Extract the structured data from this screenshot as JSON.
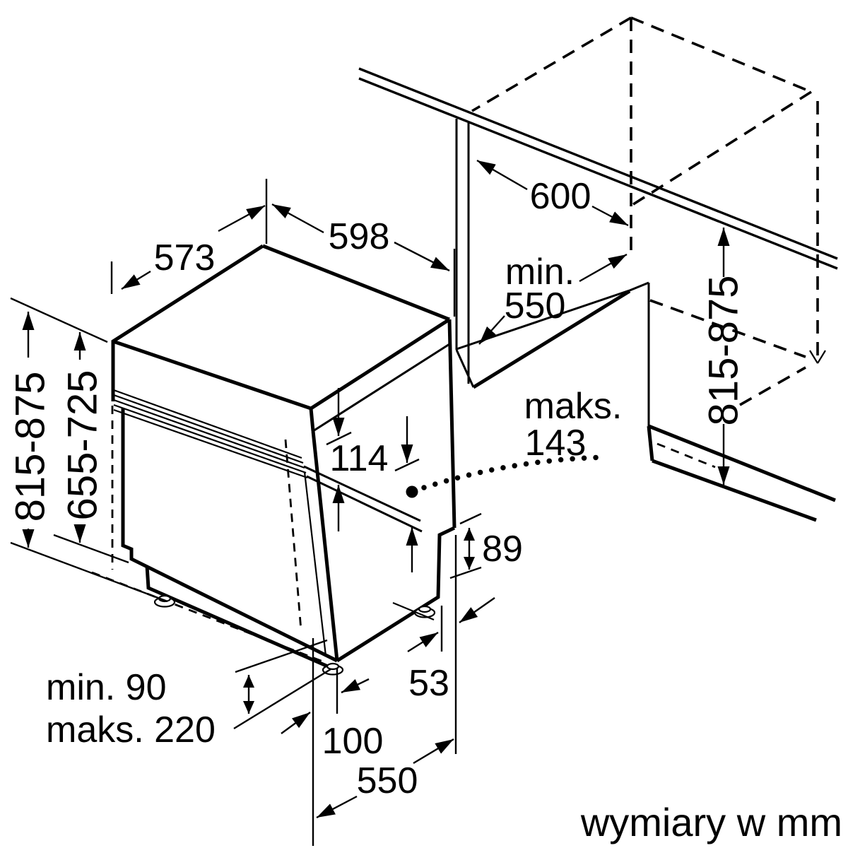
{
  "diagram": {
    "kind": "appliance installation dimension drawing",
    "subject": "built-under dishwasher with kitchen cabinet niche",
    "language": "pl",
    "colors": {
      "line": "#000000",
      "background": "#ffffff"
    }
  },
  "dims": {
    "depth_top": "573",
    "width_top": "598",
    "cabinet_width": "600",
    "cabinet_depth_word": "min.",
    "cabinet_depth_value": "550",
    "overlap_word": "maks.",
    "overlap_value": "143",
    "height_total_left": "815-875",
    "height_inner_left": "655-725",
    "niche_height_right": "815-875",
    "panel_top_gap": "114",
    "plinth_recess_height": "89",
    "plinth_recess_depth": "53",
    "feet_min": "min. 90",
    "feet_max": "maks. 220",
    "door_panel_thickness": "100",
    "installation_depth": "550",
    "units_note": "wymiary w mm"
  }
}
